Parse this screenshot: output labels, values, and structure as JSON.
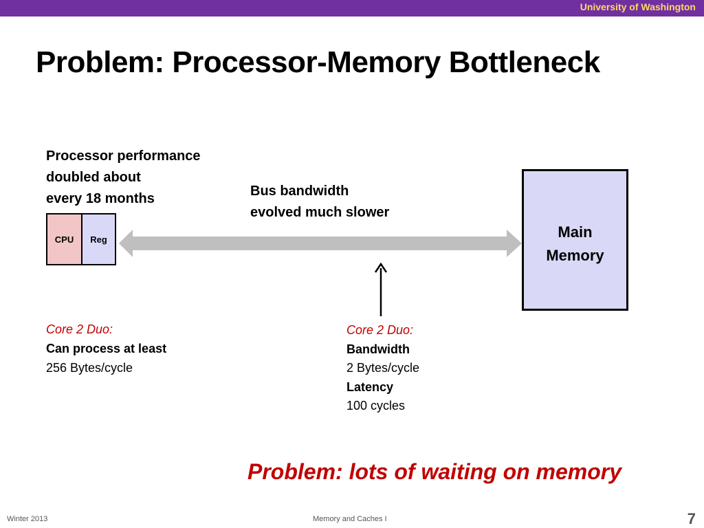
{
  "header": {
    "org": "University of Washington"
  },
  "title": "Problem: Processor-Memory Bottleneck",
  "processor": {
    "lines": [
      "Processor performance",
      "doubled about",
      "every 18 months"
    ],
    "cpu_label": "CPU",
    "reg_label": "Reg"
  },
  "bus": {
    "lines": [
      "Bus bandwidth",
      "evolved much slower"
    ]
  },
  "memory": {
    "lines": [
      "Main",
      "Memory"
    ]
  },
  "core_left": {
    "heading": "Core 2 Duo:",
    "bold_line": "Can process at least",
    "value": "256 Bytes/cycle"
  },
  "core_right": {
    "heading": "Core 2 Duo:",
    "bandwidth_label": "Bandwidth",
    "bandwidth_value": "2 Bytes/cycle",
    "latency_label": "Latency",
    "latency_value": "100 cycles"
  },
  "problem": "Problem: lots of waiting on memory",
  "footer": {
    "left": "Winter 2013",
    "center": "Memory and Caches I",
    "page": "7"
  },
  "colors": {
    "header_bg": "#7030a0",
    "header_text": "#ffd966",
    "accent_red": "#c00000",
    "cpu_fill": "#f2c6c6",
    "reg_fill": "#d9d9f7",
    "arrow": "#bfbfbf"
  }
}
